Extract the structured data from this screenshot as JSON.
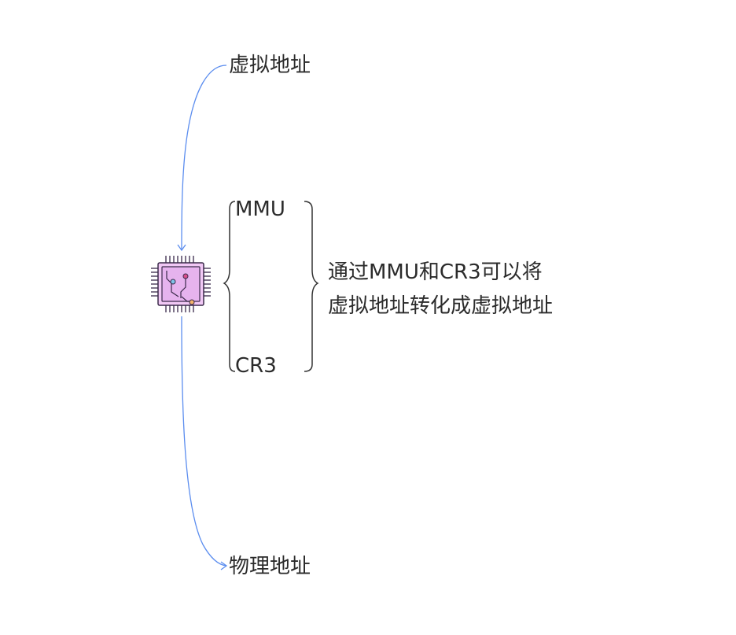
{
  "nodes": {
    "top": "虚拟地址",
    "bottom": "物理地址",
    "component_1": "MMU",
    "component_2": "CR3"
  },
  "note": {
    "line_1": "通过MMU和CR3可以将",
    "line_2": "虚拟地址转化成虚拟地址"
  },
  "icon": {
    "center": "cpu-chip-icon"
  },
  "colors": {
    "arrow": "#5b8def",
    "text": "#2b2b2b",
    "brace": "#333333",
    "chip_fill": "#f1c8f5",
    "chip_stroke": "#3a2a4a"
  }
}
